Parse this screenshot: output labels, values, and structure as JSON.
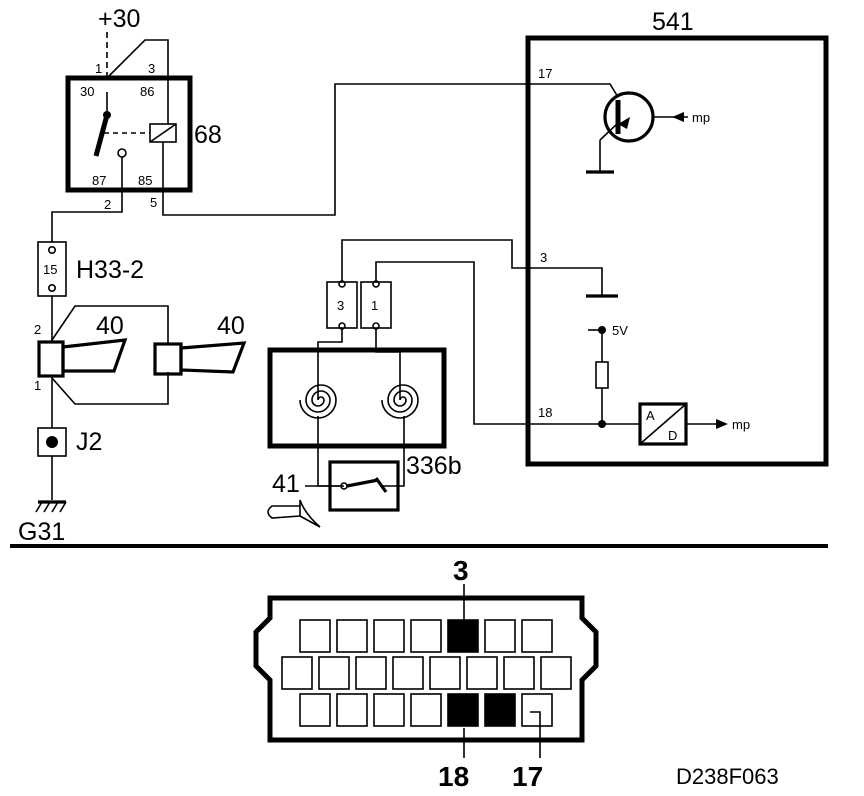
{
  "relay": {
    "supply": "+30",
    "id": "68",
    "pins": {
      "p1": "1",
      "p3": "3",
      "p30": "30",
      "p86": "86",
      "p87": "87",
      "p85": "85",
      "p2": "2",
      "p5": "5"
    }
  },
  "fuse": {
    "id": "H33-2",
    "rating": "15"
  },
  "horn_connector": {
    "pin_top": "2",
    "pin_bottom": "1"
  },
  "horns": {
    "left": "40",
    "right": "40"
  },
  "junction": {
    "id": "J2"
  },
  "ground": {
    "id": "G31"
  },
  "ecu": {
    "id": "541",
    "pin17": "17",
    "pin3": "3",
    "pin18": "18",
    "voltage": "5V",
    "mp_top": "mp",
    "mp_bottom": "mp",
    "ad_a": "A",
    "ad_d": "D"
  },
  "sensor_connector": {
    "left": "3",
    "right": "1"
  },
  "sensor": {
    "id": "336b"
  },
  "horn_symbol": {
    "id": "41"
  },
  "connector_pins": {
    "top": "3",
    "bottom_left": "18",
    "bottom_right": "17"
  },
  "figure_code": "D238F063"
}
